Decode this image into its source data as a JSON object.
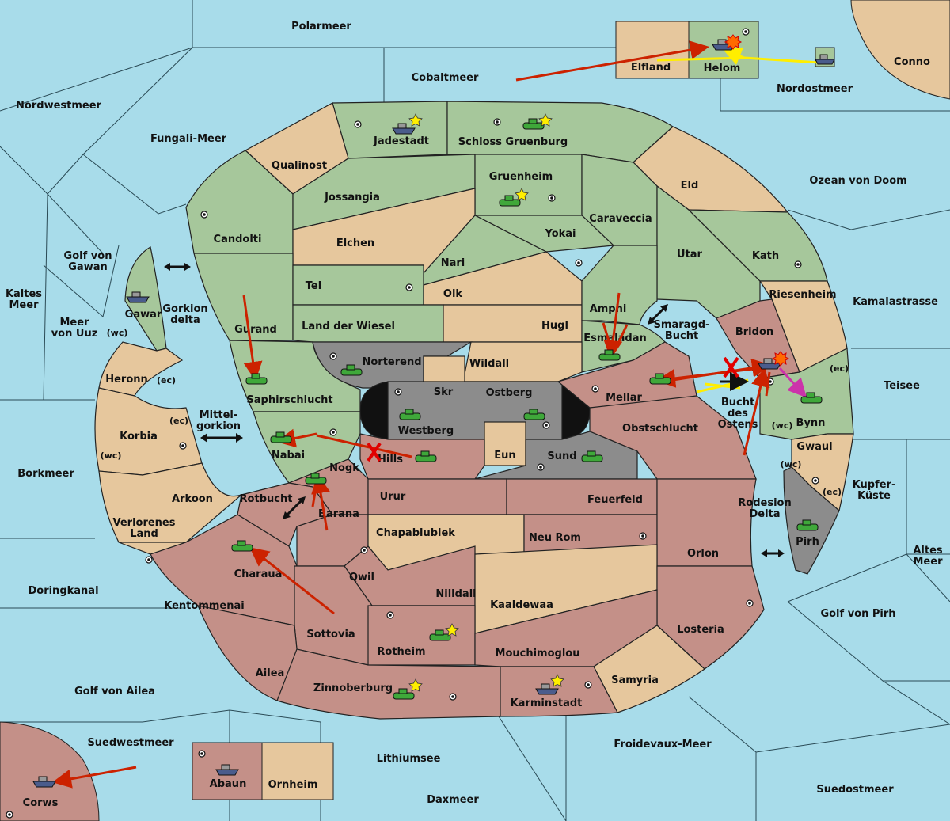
{
  "colors": {
    "sea": "#a8dcea",
    "green_power": "#a6c79b",
    "red_power": "#c49088",
    "neutral": "#e6c79d",
    "grey_power": "#8c8c8c",
    "order_red": "#cc2200",
    "order_yellow": "#ffee00",
    "order_magenta": "#cc33aa"
  },
  "seas": {
    "polarmeer": "Polarmeer",
    "cobaltmeer": "Cobaltmeer",
    "nordwestmeer": "Nordwestmeer",
    "fungali": "Fungali-Meer",
    "nordostmeer": "Nordostmeer",
    "ozean": "Ozean von Doom",
    "kaltes1": "Kaltes",
    "kaltes2": "Meer",
    "golf_gawan1": "Golf von",
    "golf_gawan2": "Gawan",
    "meer_uuz1": "Meer",
    "meer_uuz2": "von Uuz",
    "gorkion1": "Gorkion",
    "gorkion2": "delta",
    "mittel1": "Mittel-",
    "mittel2": "gorkion",
    "borkmeer": "Borkmeer",
    "rotbucht": "Rotbucht",
    "doringkanal": "Doringkanal",
    "golf_ailea": "Golf von Ailea",
    "suedwestmeer": "Suedwestmeer",
    "lithiumsee": "Lithiumsee",
    "froidevaux": "Froidevaux-Meer",
    "daxmeer": "Daxmeer",
    "suedostmeer": "Suedostmeer",
    "kamala": "Kamalastrasse",
    "teisee": "Teisee",
    "kupfer1": "Kupfer-",
    "kupfer2": "Küste",
    "altes1": "Altes",
    "altes2": "Meer",
    "golf_pirh": "Golf von Pirh",
    "smaragd1": "Smaragd-",
    "smaragd2": "Bucht",
    "bucht1": "Bucht",
    "bucht2": "des",
    "bucht3": "Ostens",
    "rodesion1": "Rodesion",
    "rodesion2": "Delta"
  },
  "provinces": {
    "elfland": "Elfland",
    "helom": "Helom",
    "conno": "Conno",
    "jadestadt": "Jadestadt",
    "schloss": "Schloss Gruenburg",
    "qualinost": "Qualinost",
    "gruenheim": "Gruenheim",
    "eld": "Eld",
    "jossangia": "Jossangia",
    "candolti": "Candolti",
    "elchen": "Elchen",
    "caraveccia": "Caraveccia",
    "yokai": "Yokai",
    "nari": "Nari",
    "utar": "Utar",
    "kath": "Kath",
    "tel": "Tel",
    "olk": "Olk",
    "riesenheim": "Riesenheim",
    "gawar": "Gawar",
    "gurand": "Gurand",
    "land_wiesel": "Land der Wiesel",
    "hugl": "Hugl",
    "amphi": "Amphi",
    "bridon": "Bridon",
    "esmaladan": "Esmaladan",
    "norterend": "Norterend",
    "wildall": "Wildall",
    "heronn": "Heronn",
    "skr": "Skr",
    "ostberg": "Ostberg",
    "mellar": "Mellar",
    "saphir": "Saphirschlucht",
    "westberg": "Westberg",
    "obstschlucht": "Obstschlucht",
    "bynn": "Bynn",
    "korbia": "Korbia",
    "nabai": "Nabai",
    "hills": "Hills",
    "eun": "Eun",
    "sund": "Sund",
    "gwaul": "Gwaul",
    "nogk": "Nogk",
    "urur": "Urur",
    "feuerfeld": "Feuerfeld",
    "arkoon": "Arkoon",
    "barana": "Barana",
    "verlorenes1": "Verlorenes",
    "verlorenes2": "Land",
    "chapa": "Chapablublek",
    "neurom": "Neu Rom",
    "orlon": "Orlon",
    "pirh": "Pirh",
    "charaua": "Charaua",
    "qwil": "Qwil",
    "nilldall": "Nilldall",
    "kentommenai": "Kentommenai",
    "kaaldewaa": "Kaaldewaa",
    "sottovia": "Sottovia",
    "rotheim": "Rotheim",
    "losteria": "Losteria",
    "mouchimoglou": "Mouchimoglou",
    "ailea": "Ailea",
    "samyria": "Samyria",
    "zinnoberburg": "Zinnoberburg",
    "karminstadt": "Karminstadt",
    "abaun": "Abaun",
    "ornheim": "Ornheim",
    "corws": "Corws"
  },
  "coast_tags": {
    "wc": "(wc)",
    "ec": "(ec)"
  }
}
